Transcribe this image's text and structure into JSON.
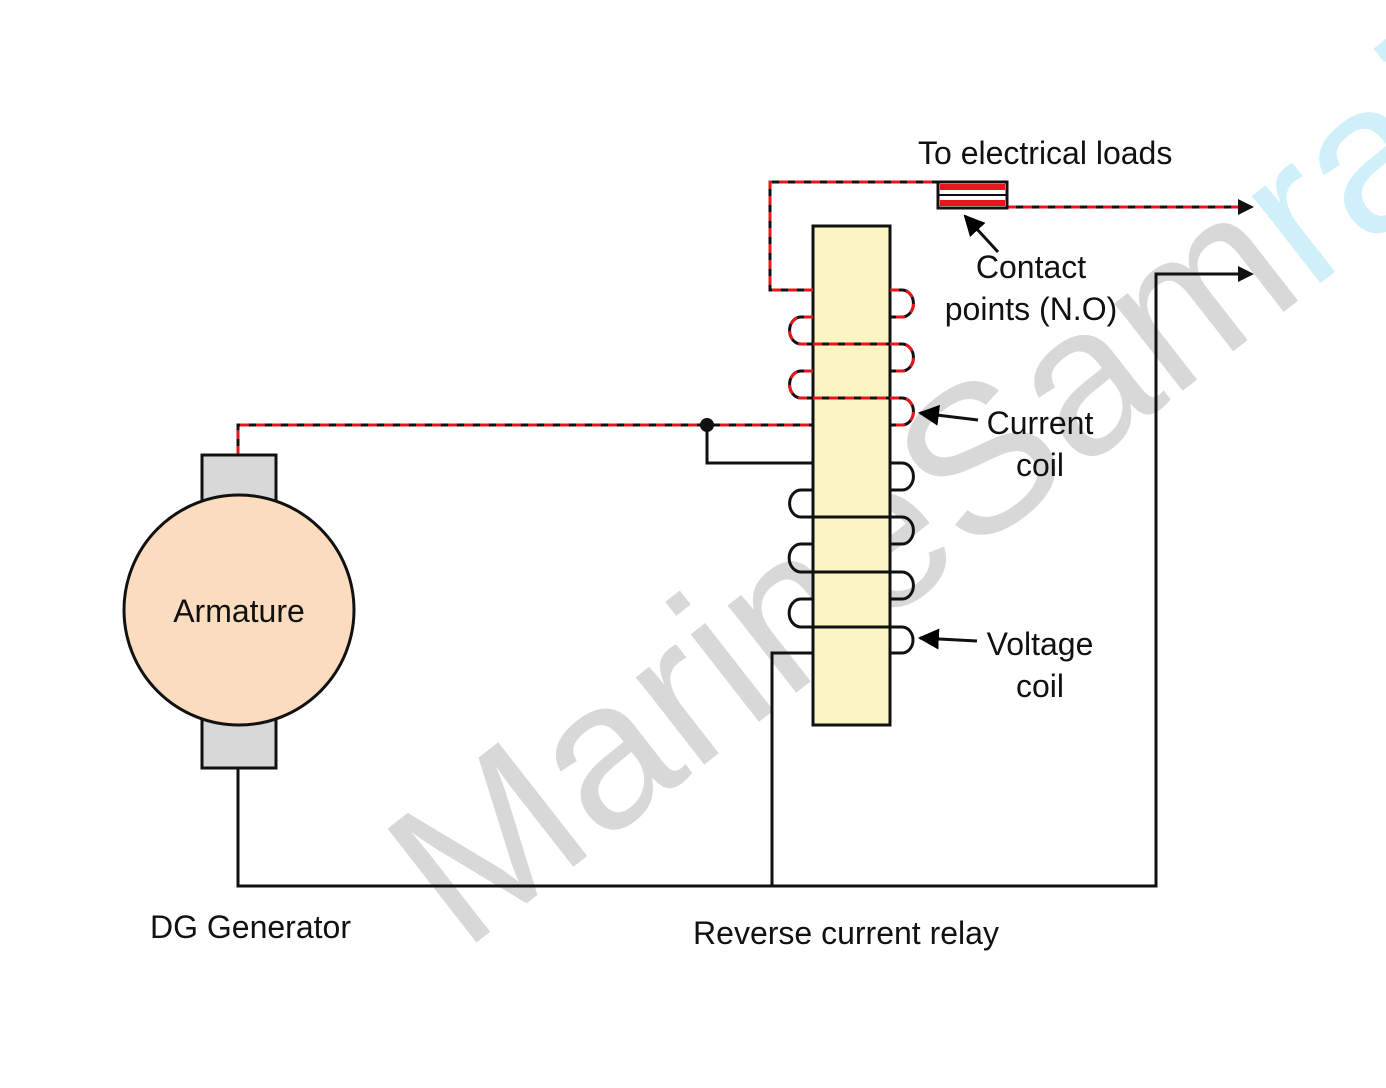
{
  "labels": {
    "to_loads": "To electrical loads",
    "contact_line1": "Contact",
    "contact_line2": "points (N.O)",
    "current_line1": "Current",
    "current_line2": "coil",
    "voltage_line1": "Voltage",
    "voltage_line2": "coil",
    "armature": "Armature",
    "dg_generator": "DG Generator",
    "relay": "Reverse current relay"
  },
  "watermark": {
    "text_gray": "MarineSam",
    "text_cyan": "raj"
  },
  "colors": {
    "wire": "#000000",
    "current_path": "#e8161b",
    "armature_fill": "#fcdcbf",
    "core_fill": "#fbf5c4",
    "brush_fill": "#d8d8d8",
    "watermark_gray": "#c8c8c8",
    "watermark_cyan": "#bfeaf8"
  }
}
